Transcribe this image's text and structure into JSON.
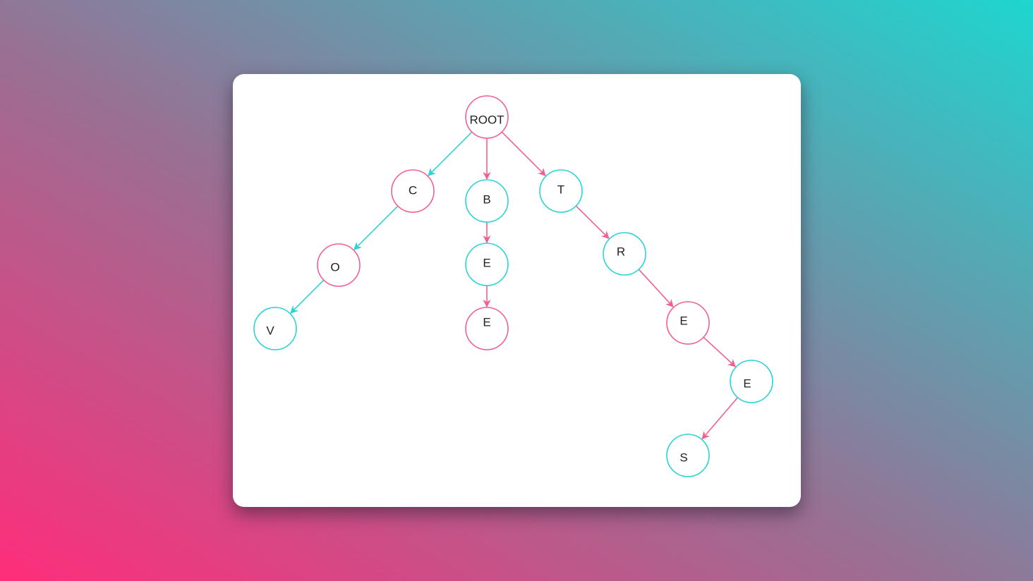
{
  "trie": {
    "colors": {
      "pink": "#f2608f",
      "cyan": "#2ad3d6"
    },
    "nodes": [
      {
        "id": "root",
        "label": "ROOT",
        "color": "pink"
      },
      {
        "id": "c",
        "label": "C",
        "color": "pink"
      },
      {
        "id": "o",
        "label": "O",
        "color": "pink"
      },
      {
        "id": "v",
        "label": "V",
        "color": "cyan"
      },
      {
        "id": "b",
        "label": "B",
        "color": "cyan"
      },
      {
        "id": "e1",
        "label": "E",
        "color": "cyan"
      },
      {
        "id": "e2",
        "label": "E",
        "color": "pink"
      },
      {
        "id": "t",
        "label": "T",
        "color": "cyan"
      },
      {
        "id": "r",
        "label": "R",
        "color": "cyan"
      },
      {
        "id": "e3",
        "label": "E",
        "color": "pink"
      },
      {
        "id": "e4",
        "label": "E",
        "color": "cyan"
      },
      {
        "id": "s",
        "label": "S",
        "color": "cyan"
      }
    ],
    "edges": [
      {
        "from": "root",
        "to": "c",
        "color": "cyan"
      },
      {
        "from": "root",
        "to": "b",
        "color": "pink"
      },
      {
        "from": "root",
        "to": "t",
        "color": "pink"
      },
      {
        "from": "c",
        "to": "o",
        "color": "cyan"
      },
      {
        "from": "o",
        "to": "v",
        "color": "cyan"
      },
      {
        "from": "b",
        "to": "e1",
        "color": "pink"
      },
      {
        "from": "e1",
        "to": "e2",
        "color": "pink"
      },
      {
        "from": "t",
        "to": "r",
        "color": "pink"
      },
      {
        "from": "r",
        "to": "e3",
        "color": "pink"
      },
      {
        "from": "e3",
        "to": "e4",
        "color": "pink"
      },
      {
        "from": "e4",
        "to": "s",
        "color": "pink"
      }
    ]
  }
}
